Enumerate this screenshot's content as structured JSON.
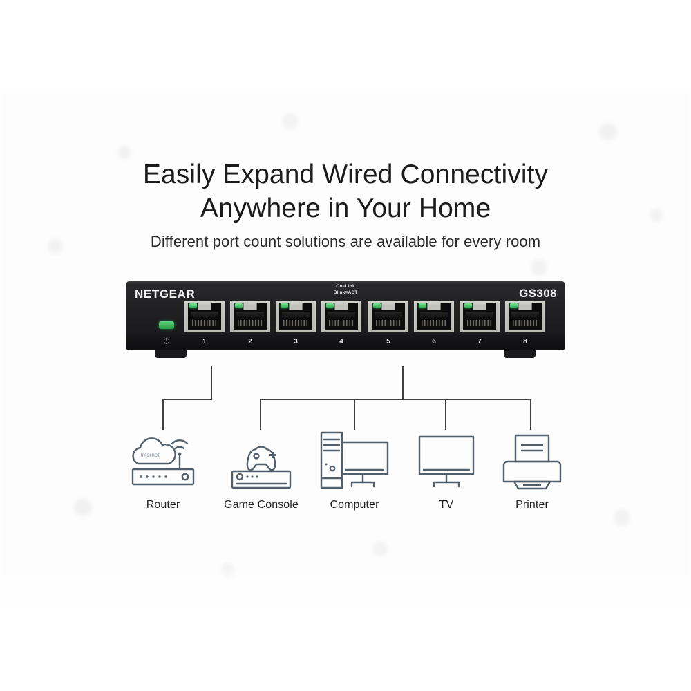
{
  "headline": {
    "line1": "Easily Expand Wired Connectivity",
    "line2": "Anywhere in Your Home"
  },
  "subheadline": "Different port count solutions are available for every room",
  "device": {
    "brand": "NETGEAR",
    "model": "GS308",
    "led_legend_line1": "On=Link",
    "led_legend_line2": "Blink=ACT",
    "power_symbol": "⏻",
    "port_numbers": [
      "1",
      "2",
      "3",
      "4",
      "5",
      "6",
      "7",
      "8"
    ],
    "colors": {
      "chassis": "#202022",
      "port_metal": "#c3c3bd",
      "led_green": "#3fbf62",
      "label_text": "#f2f2f2"
    }
  },
  "connected_devices": [
    {
      "label": "Router",
      "icon": "router-icon",
      "cloud_label": "Internet"
    },
    {
      "label": "Game Console",
      "icon": "game-console-icon"
    },
    {
      "label": "Computer",
      "icon": "desktop-computer-icon"
    },
    {
      "label": "TV",
      "icon": "tv-icon"
    },
    {
      "label": "Printer",
      "icon": "printer-icon"
    }
  ],
  "diagram": {
    "line_color": "#3f3f3f",
    "icon_stroke_color": "#52606d"
  }
}
